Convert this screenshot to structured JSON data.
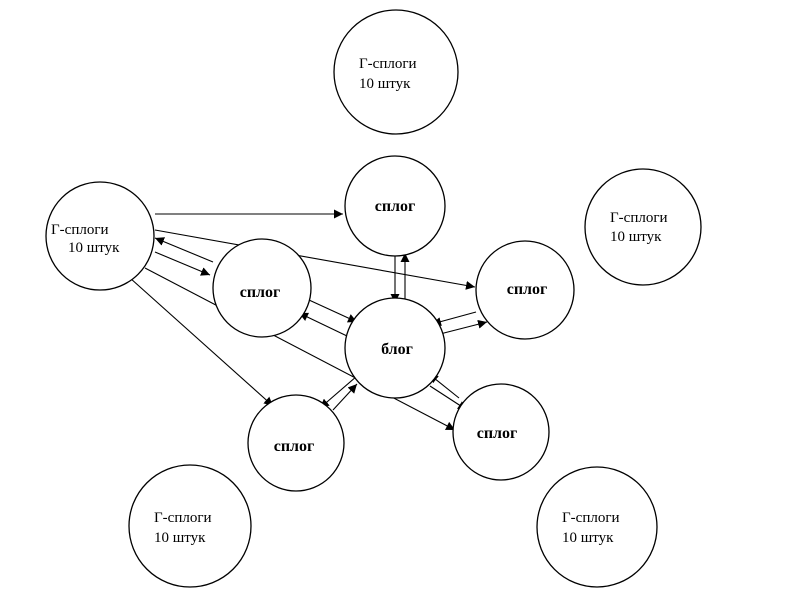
{
  "nodes": {
    "g_top": {
      "line1": "Г-сплоги",
      "line2": "10 штук"
    },
    "g_left": {
      "line1": "Г-сплоги",
      "line2": "10 штук"
    },
    "g_right": {
      "line1": "Г-сплоги",
      "line2": "10 штук"
    },
    "g_botleft": {
      "line1": "Г-сплоги",
      "line2": "10 штук"
    },
    "g_botright": {
      "line1": "Г-сплоги",
      "line2": "10 штук"
    },
    "splog_top": {
      "label": "сплог"
    },
    "splog_left": {
      "label": "сплог"
    },
    "splog_right": {
      "label": "сплог"
    },
    "splog_botleft": {
      "label": "сплог"
    },
    "splog_botright": {
      "label": "сплог"
    },
    "blog": {
      "label": "блог"
    }
  }
}
